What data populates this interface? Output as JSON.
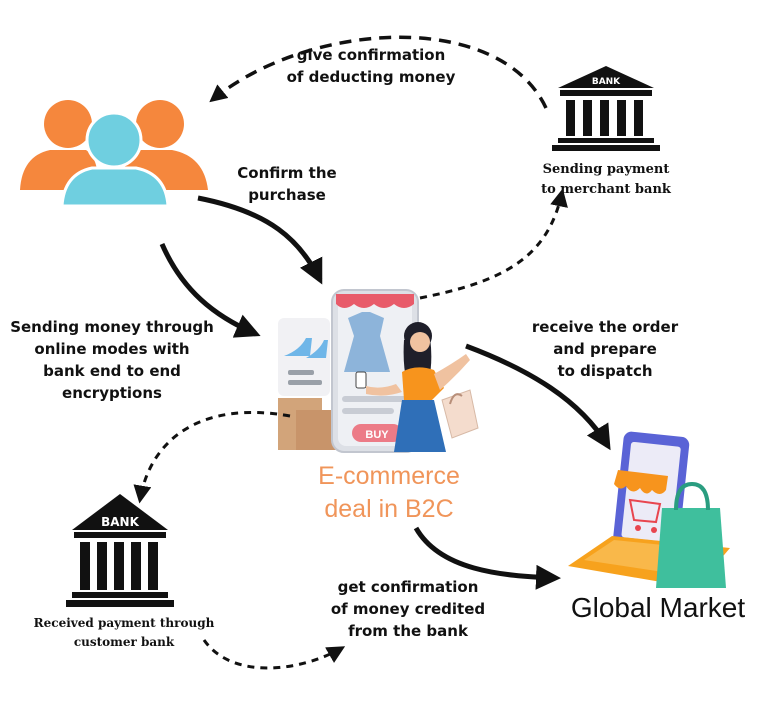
{
  "nodes": {
    "customers": {
      "icon": "people-group-icon"
    },
    "merchant_bank": {
      "sign": "BANK",
      "label_line1": "Sending  payment",
      "label_line2": "to merchant  bank"
    },
    "customer_bank": {
      "sign": "BANK",
      "label_line1": "Received payment through",
      "label_line2": "customer bank"
    },
    "center": {
      "label_line1": "E-commerce",
      "label_line2": "deal in B2C",
      "screen_button": "BUY"
    },
    "global_market": {
      "label": "Global Market"
    }
  },
  "edges": {
    "confirm_purchase": {
      "line1": "Confirm the",
      "line2": "purchase"
    },
    "give_confirmation": {
      "line1": "give confirmation",
      "line2": "of deducting money"
    },
    "sending_money": {
      "line1": "Sending money  through",
      "line2": "online modes with",
      "line3": "bank end to end",
      "line4": "encryptions"
    },
    "receive_order": {
      "line1": "receive the order",
      "line2": "and prepare",
      "line3": "to dispatch"
    },
    "get_confirmation": {
      "line1": "get confirmation",
      "line2": "of money credited",
      "line3": "from the bank"
    }
  },
  "colors": {
    "orange": "#f5873d",
    "cyan": "#6fcfe0",
    "text": "#111111",
    "center_label": "#f0955a",
    "green_bag": "#3fbf9d",
    "phone_blue": "#5a63d6"
  }
}
